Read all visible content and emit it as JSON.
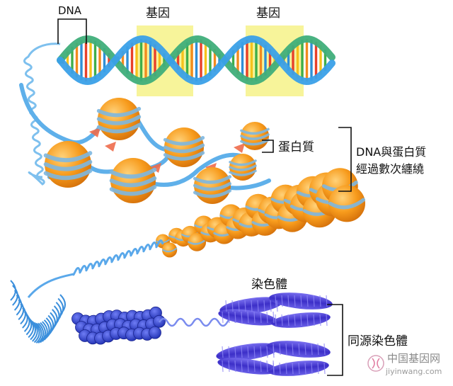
{
  "labels": {
    "dna": "DNA",
    "gene_1": "基因",
    "gene_2": "基因",
    "protein": "蛋白質",
    "coiling_line1": "DNA與蛋白質",
    "coiling_line2": "經過數次纏繞",
    "chromosome": "染色體",
    "homologous": "同源染色體"
  },
  "watermark": {
    "site_zh": "中国基因网",
    "site_en": "jiyinwang.com"
  },
  "colors": {
    "helix_blue": "#3aa0e8",
    "helix_green": "#3fae7a",
    "gene_highlight": "#f7f49a",
    "histone_orange": "#f59a1a",
    "histone_band": "#7db7e0",
    "linker_red": "#ee6b4b",
    "fiber_blue": "#5aa8ea",
    "chromosome_purple": "#4a3fd0",
    "bracket": "#111111"
  },
  "icons": [
    "dna-helix-icon",
    "watermark-logo-icon"
  ]
}
